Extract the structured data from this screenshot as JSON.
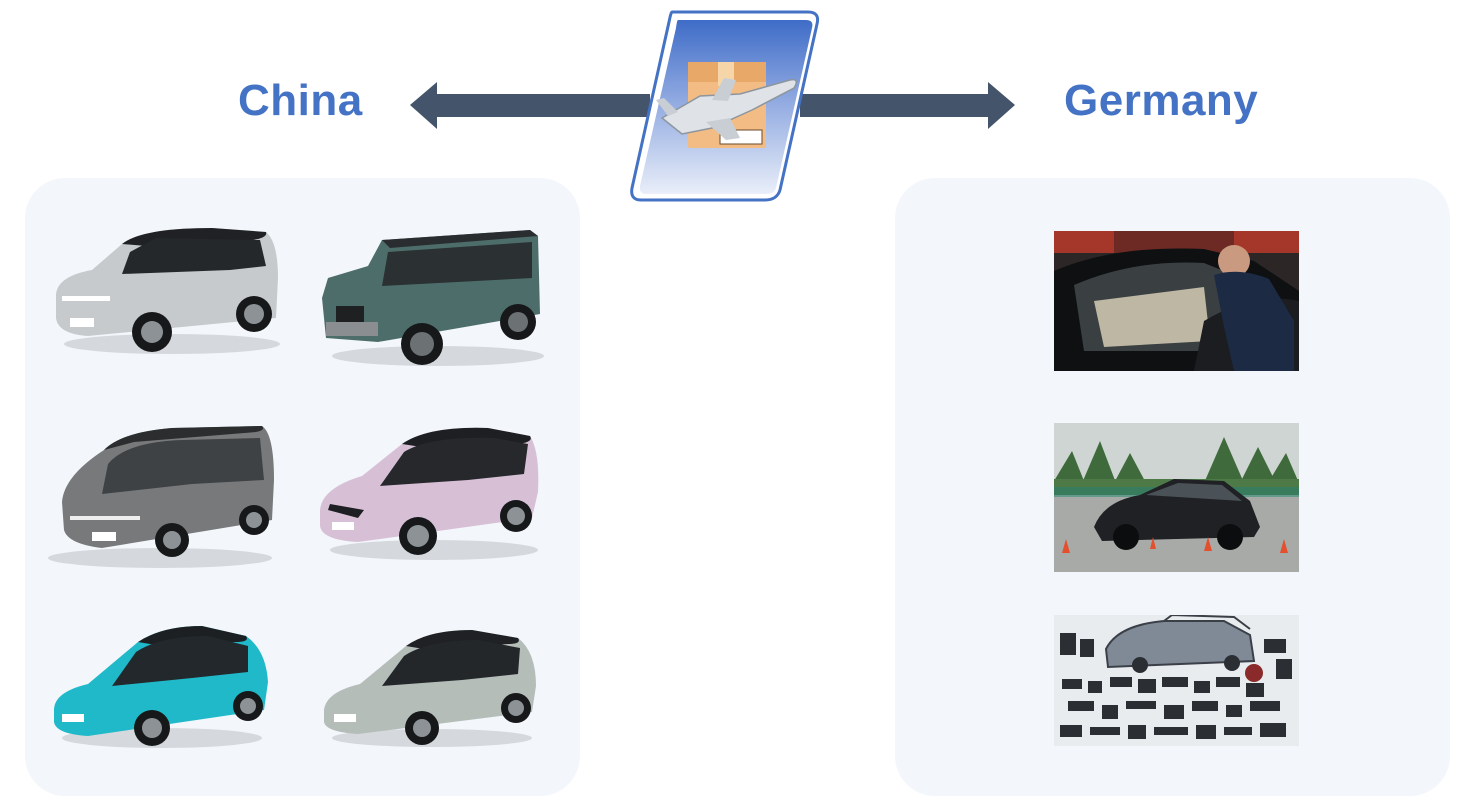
{
  "labels": {
    "left": "China",
    "right": "Germany"
  },
  "center_icon": "airplane-cargo-box-icon",
  "cars": [
    {
      "name": "silver-suv",
      "body": "#c7cacd",
      "roof": "#1f2124",
      "type": "suv"
    },
    {
      "name": "green-boxy-suv",
      "body": "#4d6d6b",
      "roof": "#2a2d2f",
      "type": "boxy"
    },
    {
      "name": "gray-mpv",
      "body": "#77797b",
      "roof": "#2b2d2f",
      "type": "mpv"
    },
    {
      "name": "pink-crossover",
      "body": "#d7c0d6",
      "roof": "#1e1f22",
      "type": "crossover"
    },
    {
      "name": "cyan-sedan",
      "body": "#20b9c9",
      "roof": "#1d2023",
      "type": "sedan"
    },
    {
      "name": "gray-sedan",
      "body": "#b5bdb9",
      "roof": "#1f2124",
      "type": "sedan"
    }
  ],
  "photos": [
    {
      "name": "inspection-photo",
      "icon": "mechanic-inspecting-car-photo"
    },
    {
      "name": "test-track-photo",
      "icon": "suv-on-test-track-photo"
    },
    {
      "name": "teardown-photo",
      "icon": "disassembled-car-parts-photo"
    }
  ],
  "colors": {
    "accent": "#4472c4",
    "arrow": "#44546a",
    "panel": "#f3f6fb"
  }
}
